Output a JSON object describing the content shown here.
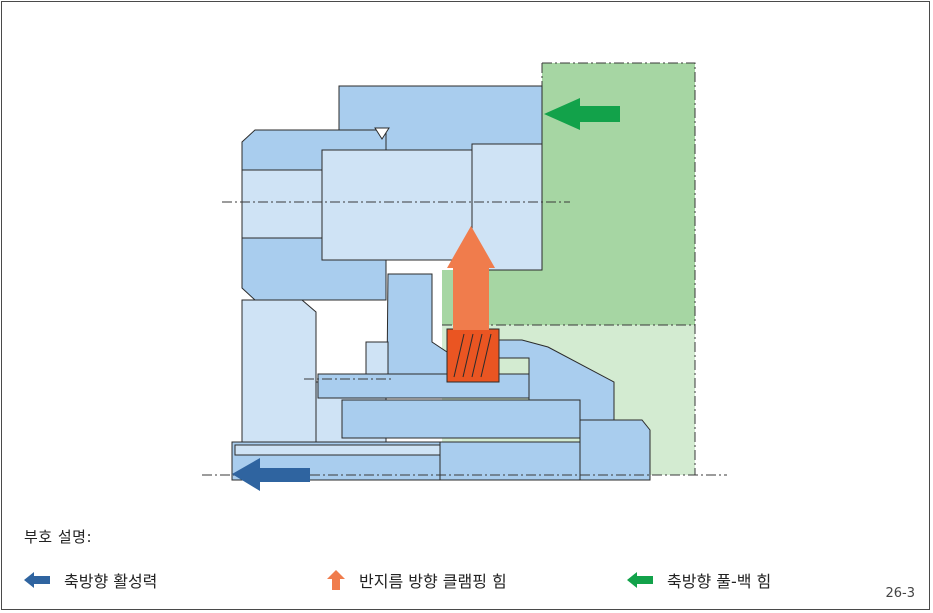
{
  "legend": {
    "title": "부호 설명:",
    "items": [
      {
        "label": "축방향 활성력",
        "color": "#2f64a0",
        "icon": "arrow-left-icon"
      },
      {
        "label": "반지름 방향 클램핑 힘",
        "color": "#f07c4c",
        "icon": "arrow-up-icon"
      },
      {
        "label": "축방향 풀-백 힘",
        "color": "#12a24a",
        "icon": "arrow-left-icon"
      }
    ]
  },
  "page_number": "26-3",
  "colors": {
    "part_blue": "#a9cdee",
    "part_blue_light": "#cfe3f5",
    "workpiece_green": "#a6d6a3",
    "workpiece_green_light": "#d3ebd1",
    "gripper_teeth": "#ea5522",
    "outline": "#2b2b2b"
  }
}
